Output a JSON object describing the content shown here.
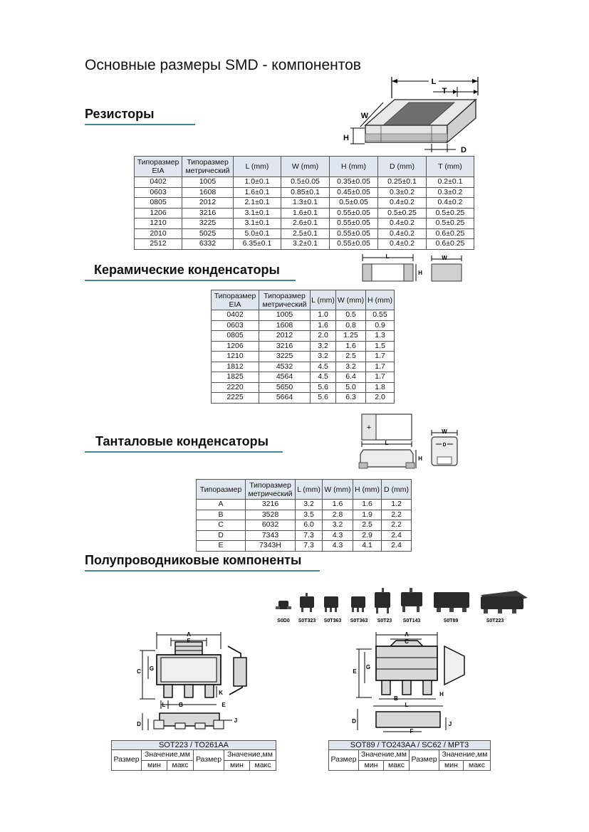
{
  "page_title": "Основные размеры SMD - компонентов",
  "resistors": {
    "heading": "Резисторы",
    "diagram_labels": {
      "L": "L",
      "T": "T",
      "W": "W",
      "H": "H",
      "D": "D"
    },
    "headers": [
      "Типоразмер EIA",
      "Типоразмер метрический",
      "L (mm)",
      "W (mm)",
      "H (mm)",
      "D (mm)",
      "T (mm)"
    ],
    "rows": [
      [
        "0402",
        "1005",
        "1.0±0.1",
        "0.5±0.05",
        "0.35±0.05",
        "0.25±0.1",
        "0.2±0.1"
      ],
      [
        "0603",
        "1608",
        "1.6±0.1",
        "0.85±0.1",
        "0.45±0.05",
        "0.3±0.2",
        "0.3±0.2"
      ],
      [
        "0805",
        "2012",
        "2.1±0.1",
        "1.3±0.1",
        "0.5±0.05",
        "0.4±0.2",
        "0.4±0.2"
      ],
      [
        "1206",
        "3216",
        "3.1±0.1",
        "1.6±0.1",
        "0.55±0.05",
        "0.5±0.25",
        "0.5±0.25"
      ],
      [
        "1210",
        "3225",
        "3.1±0.1",
        "2.6±0.1",
        "0.55±0.05",
        "0.4±0.2",
        "0.5±0.25"
      ],
      [
        "2010",
        "5025",
        "5.0±0.1",
        "2.5±0.1",
        "0.55±0.05",
        "0.4±0.2",
        "0.6±0.25"
      ],
      [
        "2512",
        "6332",
        "6.35±0.1",
        "3.2±0.1",
        "0.55±0.05",
        "0.4±0.2",
        "0.6±0.25"
      ]
    ]
  },
  "ceramic": {
    "heading": "Керамические конденсаторы",
    "diagram_labels": {
      "L": "L",
      "H": "H",
      "W": "W"
    },
    "headers": [
      "Типоразмер EIA",
      "Типоразмер метрический",
      "L (mm)",
      "W (mm)",
      "H (mm)"
    ],
    "rows": [
      [
        "0402",
        "1005",
        "1.0",
        "0.5",
        "0.55"
      ],
      [
        "0603",
        "1608",
        "1.6",
        "0.8",
        "0.9"
      ],
      [
        "0805",
        "2012",
        "2.0",
        "1.25",
        "1.3"
      ],
      [
        "1206",
        "3216",
        "3.2",
        "1.6",
        "1.5"
      ],
      [
        "1210",
        "3225",
        "3.2",
        "2.5",
        "1.7"
      ],
      [
        "1812",
        "4532",
        "4.5",
        "3.2",
        "1.7"
      ],
      [
        "1825",
        "4564",
        "4.5",
        "6.4",
        "1.7"
      ],
      [
        "2220",
        "5650",
        "5.6",
        "5.0",
        "1.8"
      ],
      [
        "2225",
        "5664",
        "5.6",
        "6.3",
        "2.0"
      ]
    ]
  },
  "tantalum": {
    "heading": "Танталовые конденсаторы",
    "diagram_labels": {
      "plus": "+",
      "L": "L",
      "H": "H",
      "W": "W",
      "D": "D"
    },
    "headers": [
      "Типоразмер",
      "Типоразмер метрический",
      "L (mm)",
      "W (mm)",
      "H (mm)",
      "D (mm)"
    ],
    "rows": [
      [
        "A",
        "3216",
        "3.2",
        "1.6",
        "1.6",
        "1.2"
      ],
      [
        "B",
        "3528",
        "3.5",
        "2.8",
        "1.9",
        "2.2"
      ],
      [
        "C",
        "6032",
        "6.0",
        "3.2",
        "2.5",
        "2.2"
      ],
      [
        "D",
        "7343",
        "7.3",
        "4.3",
        "2.9",
        "2.4"
      ],
      [
        "E",
        "7343H",
        "7.3",
        "4.3",
        "4.1",
        "2.4"
      ]
    ]
  },
  "semiconductors": {
    "heading": "Полупроводниковые компоненты",
    "package_labels": [
      "S0D0",
      "S0T323",
      "S0T363",
      "S0T363",
      "S0T23",
      "S0T143",
      "S0T89",
      "S0T223"
    ],
    "sot223_labels": {
      "A": "A",
      "F": "F",
      "C": "C",
      "G": "G",
      "K": "K",
      "L": "L",
      "B": "B",
      "E": "E",
      "D": "D",
      "J": "J"
    },
    "sot89_labels": {
      "A": "A",
      "C": "C",
      "E": "E",
      "G": "G",
      "L": "L",
      "B": "B",
      "H": "H",
      "D": "D",
      "F": "F",
      "J": "J"
    },
    "table_sot223": {
      "title": "SOT223 / TO261AA",
      "col_size": "Размер",
      "col_value": "Значение,мм",
      "col_min": "мин",
      "col_max": "макс"
    },
    "table_sot89": {
      "title": "SOT89 / TO243AA / SC62 / MPT3",
      "col_size": "Размер",
      "col_value": "Значение,мм",
      "col_min": "мин",
      "col_max": "макс"
    }
  }
}
